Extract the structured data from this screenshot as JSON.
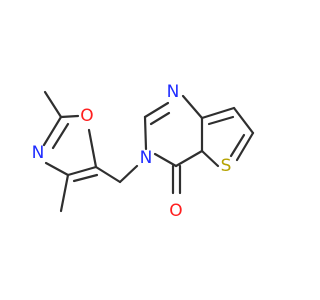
{
  "molecule": {
    "atoms": {
      "oxazole_oxygen": "O",
      "oxazole_nitrogen": "N",
      "pyrimidine_nitrogen_top": "N",
      "pyrimidine_nitrogen_ring": "N",
      "thiophene_sulfur": "S",
      "carbonyl_oxygen": "O"
    },
    "colors": {
      "bond": "#2f2f2f",
      "oxygen": "#ff1f1f",
      "nitrogen": "#1f2cff",
      "sulfur": "#b5a200"
    }
  }
}
